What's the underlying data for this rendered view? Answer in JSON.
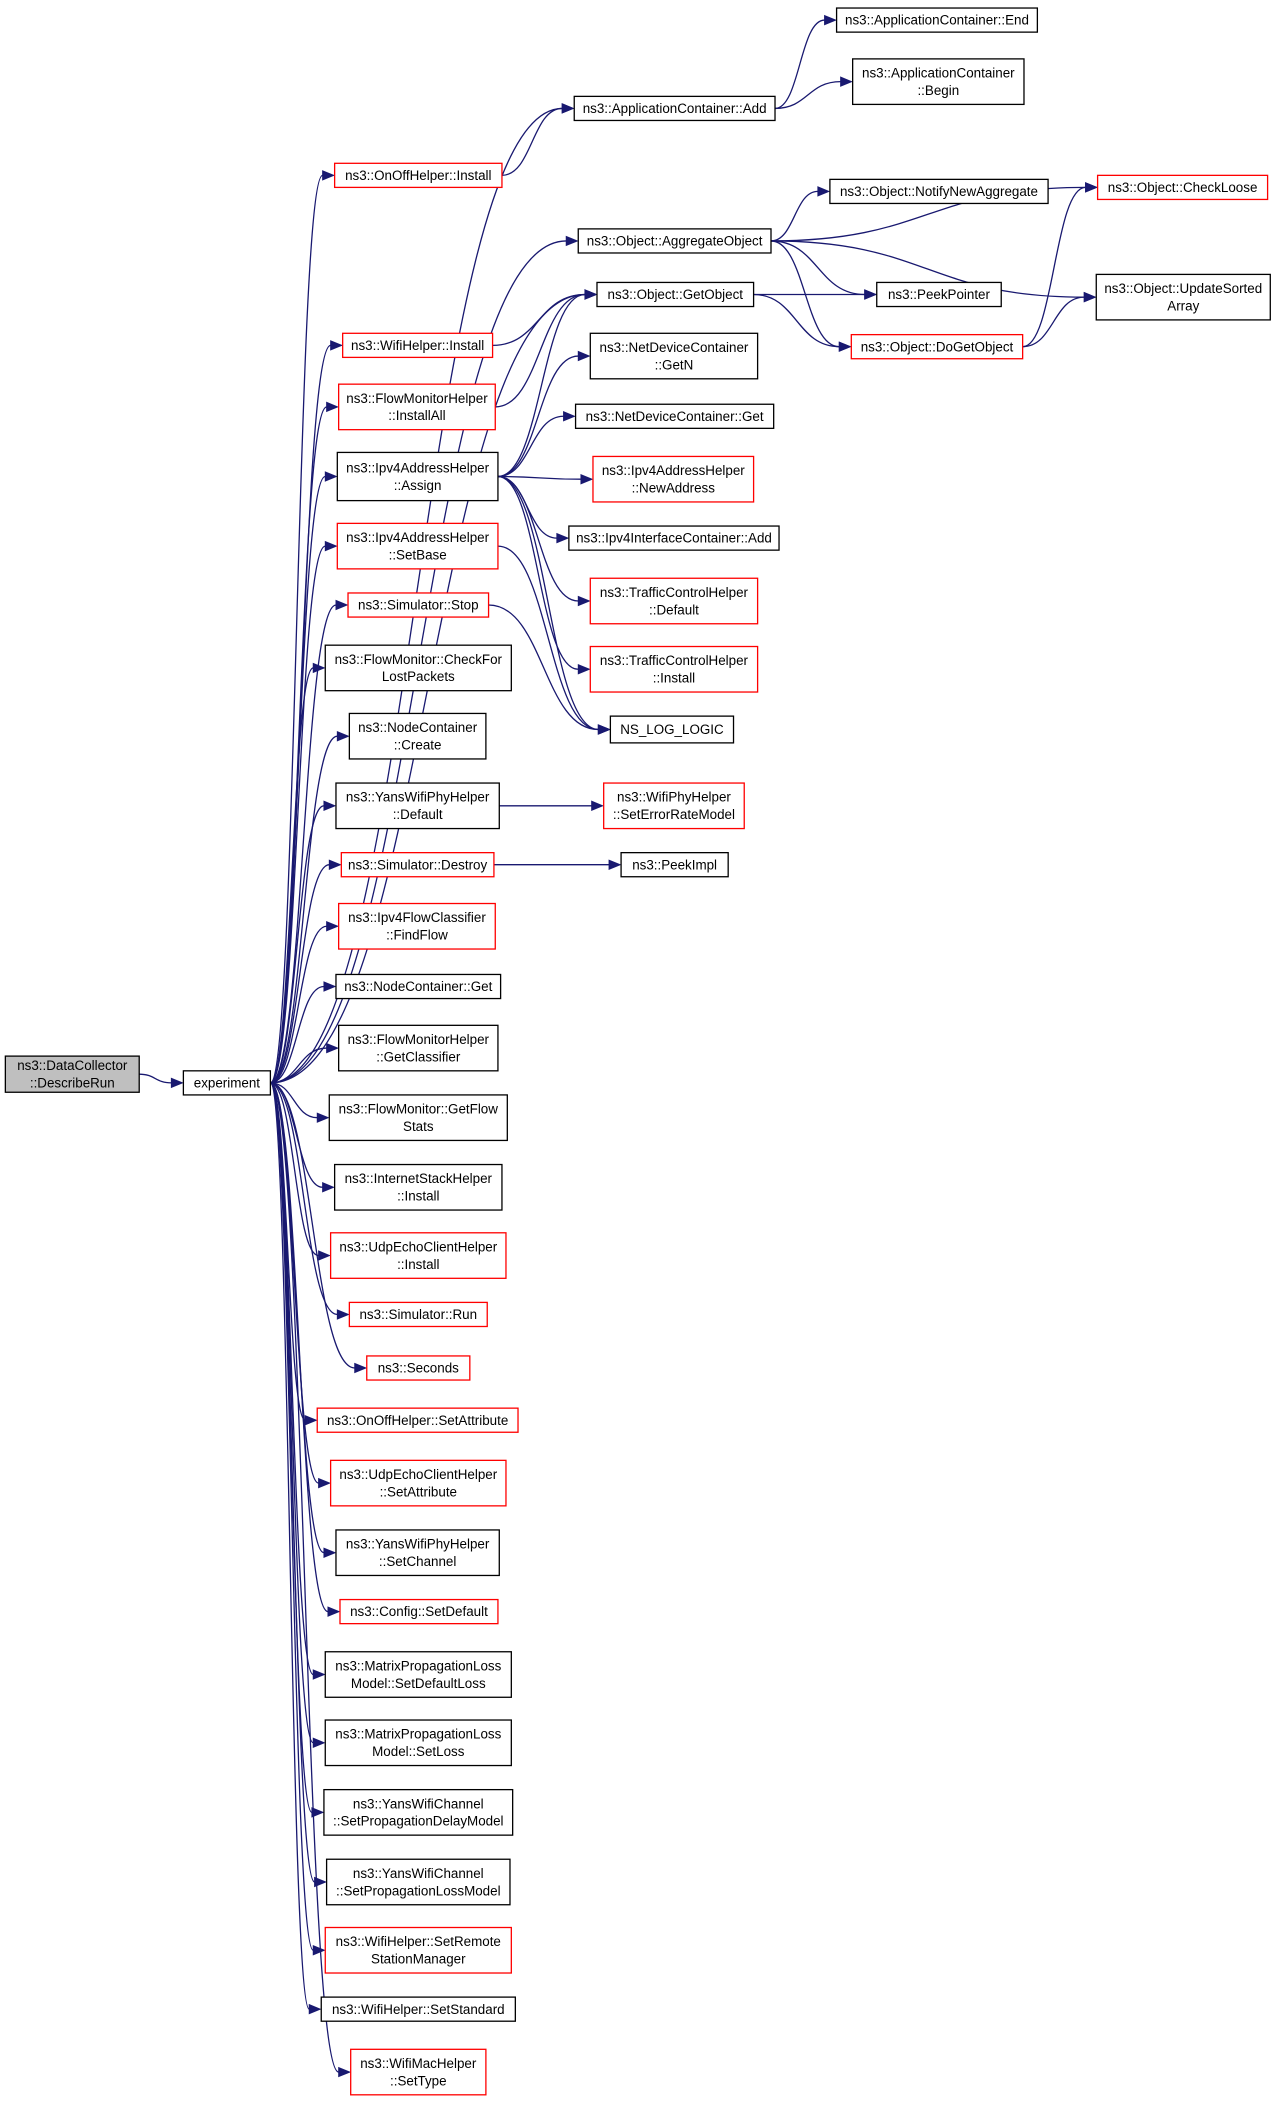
{
  "graph": {
    "nodes": {
      "describe_run": {
        "lines": [
          "ns3::DataCollector",
          "::DescribeRun"
        ],
        "style": "root"
      },
      "experiment": {
        "lines": [
          "experiment"
        ],
        "style": "black"
      },
      "app_end": {
        "lines": [
          "ns3::ApplicationContainer::End"
        ],
        "style": "black"
      },
      "app_begin": {
        "lines": [
          "ns3::ApplicationContainer",
          "::Begin"
        ],
        "style": "black"
      },
      "app_add": {
        "lines": [
          "ns3::ApplicationContainer::Add"
        ],
        "style": "black"
      },
      "onoff_install": {
        "lines": [
          "ns3::OnOffHelper::Install"
        ],
        "style": "red"
      },
      "check_loose": {
        "lines": [
          "ns3::Object::CheckLoose"
        ],
        "style": "red"
      },
      "notify_new_aggregate": {
        "lines": [
          "ns3::Object::NotifyNewAggregate"
        ],
        "style": "black"
      },
      "aggregate_object": {
        "lines": [
          "ns3::Object::AggregateObject"
        ],
        "style": "black"
      },
      "update_sorted_array": {
        "lines": [
          "ns3::Object::UpdateSorted",
          "Array"
        ],
        "style": "black"
      },
      "get_object": {
        "lines": [
          "ns3::Object::GetObject"
        ],
        "style": "black"
      },
      "peek_pointer": {
        "lines": [
          "ns3::PeekPointer"
        ],
        "style": "black"
      },
      "wifi_install": {
        "lines": [
          "ns3::WifiHelper::Install"
        ],
        "style": "red"
      },
      "do_get_object": {
        "lines": [
          "ns3::Object::DoGetObject"
        ],
        "style": "red"
      },
      "ndc_getn": {
        "lines": [
          "ns3::NetDeviceContainer",
          "::GetN"
        ],
        "style": "black"
      },
      "flowmon_install_all": {
        "lines": [
          "ns3::FlowMonitorHelper",
          "::InstallAll"
        ],
        "style": "red"
      },
      "ndc_get": {
        "lines": [
          "ns3::NetDeviceContainer::Get"
        ],
        "style": "black"
      },
      "ipv4_assign": {
        "lines": [
          "ns3::Ipv4AddressHelper",
          "::Assign"
        ],
        "style": "black"
      },
      "ipv4_new_address": {
        "lines": [
          "ns3::Ipv4AddressHelper",
          "::NewAddress"
        ],
        "style": "red"
      },
      "ipv4_set_base": {
        "lines": [
          "ns3::Ipv4AddressHelper",
          "::SetBase"
        ],
        "style": "red"
      },
      "ipv4_ic_add": {
        "lines": [
          "ns3::Ipv4InterfaceContainer::Add"
        ],
        "style": "black"
      },
      "tc_default": {
        "lines": [
          "ns3::TrafficControlHelper",
          "::Default"
        ],
        "style": "red"
      },
      "sim_stop": {
        "lines": [
          "ns3::Simulator::Stop"
        ],
        "style": "red"
      },
      "flowmon_check_lost": {
        "lines": [
          "ns3::FlowMonitor::CheckFor",
          "LostPackets"
        ],
        "style": "black"
      },
      "tc_install": {
        "lines": [
          "ns3::TrafficControlHelper",
          "::Install"
        ],
        "style": "red"
      },
      "node_create": {
        "lines": [
          "ns3::NodeContainer",
          "::Create"
        ],
        "style": "black"
      },
      "ns_log_logic": {
        "lines": [
          "NS_LOG_LOGIC"
        ],
        "style": "black"
      },
      "yans_phy_default": {
        "lines": [
          "ns3::YansWifiPhyHelper",
          "::Default"
        ],
        "style": "black"
      },
      "set_error_rate_model": {
        "lines": [
          "ns3::WifiPhyHelper",
          "::SetErrorRateModel"
        ],
        "style": "red"
      },
      "sim_destroy": {
        "lines": [
          "ns3::Simulator::Destroy"
        ],
        "style": "red"
      },
      "peek_impl": {
        "lines": [
          "ns3::PeekImpl"
        ],
        "style": "black"
      },
      "find_flow": {
        "lines": [
          "ns3::Ipv4FlowClassifier",
          "::FindFlow"
        ],
        "style": "red"
      },
      "node_get": {
        "lines": [
          "ns3::NodeContainer::Get"
        ],
        "style": "black"
      },
      "get_classifier": {
        "lines": [
          "ns3::FlowMonitorHelper",
          "::GetClassifier"
        ],
        "style": "black"
      },
      "get_flow_stats": {
        "lines": [
          "ns3::FlowMonitor::GetFlow",
          "Stats"
        ],
        "style": "black"
      },
      "internet_install": {
        "lines": [
          "ns3::InternetStackHelper",
          "::Install"
        ],
        "style": "black"
      },
      "udp_install": {
        "lines": [
          "ns3::UdpEchoClientHelper",
          "::Install"
        ],
        "style": "red"
      },
      "sim_run": {
        "lines": [
          "ns3::Simulator::Run"
        ],
        "style": "red"
      },
      "seconds": {
        "lines": [
          "ns3::Seconds"
        ],
        "style": "red"
      },
      "onoff_set_attr": {
        "lines": [
          "ns3::OnOffHelper::SetAttribute"
        ],
        "style": "red"
      },
      "udp_set_attr": {
        "lines": [
          "ns3::UdpEchoClientHelper",
          "::SetAttribute"
        ],
        "style": "red"
      },
      "yans_set_channel": {
        "lines": [
          "ns3::YansWifiPhyHelper",
          "::SetChannel"
        ],
        "style": "black"
      },
      "config_set_default": {
        "lines": [
          "ns3::Config::SetDefault"
        ],
        "style": "red"
      },
      "matrix_set_default_loss": {
        "lines": [
          "ns3::MatrixPropagationLoss",
          "Model::SetDefaultLoss"
        ],
        "style": "black"
      },
      "matrix_set_loss": {
        "lines": [
          "ns3::MatrixPropagationLoss",
          "Model::SetLoss"
        ],
        "style": "black"
      },
      "yans_set_delay": {
        "lines": [
          "ns3::YansWifiChannel",
          "::SetPropagationDelayModel"
        ],
        "style": "black"
      },
      "yans_set_loss_model": {
        "lines": [
          "ns3::YansWifiChannel",
          "::SetPropagationLossModel"
        ],
        "style": "black"
      },
      "wifi_set_remote": {
        "lines": [
          "ns3::WifiHelper::SetRemote",
          "StationManager"
        ],
        "style": "red"
      },
      "wifi_set_standard": {
        "lines": [
          "ns3::WifiHelper::SetStandard"
        ],
        "style": "black"
      },
      "wifimac_set_type": {
        "lines": [
          "ns3::WifiMacHelper",
          "::SetType"
        ],
        "style": "red"
      }
    },
    "edges": [
      [
        "describe_run",
        "experiment"
      ],
      [
        "experiment",
        "app_add"
      ],
      [
        "experiment",
        "onoff_install"
      ],
      [
        "experiment",
        "aggregate_object"
      ],
      [
        "experiment",
        "get_object"
      ],
      [
        "experiment",
        "wifi_install"
      ],
      [
        "experiment",
        "flowmon_install_all"
      ],
      [
        "experiment",
        "ipv4_assign"
      ],
      [
        "experiment",
        "ipv4_set_base"
      ],
      [
        "experiment",
        "sim_stop"
      ],
      [
        "experiment",
        "flowmon_check_lost"
      ],
      [
        "experiment",
        "node_create"
      ],
      [
        "experiment",
        "yans_phy_default"
      ],
      [
        "experiment",
        "sim_destroy"
      ],
      [
        "experiment",
        "find_flow"
      ],
      [
        "experiment",
        "node_get"
      ],
      [
        "experiment",
        "get_classifier"
      ],
      [
        "experiment",
        "get_flow_stats"
      ],
      [
        "experiment",
        "internet_install"
      ],
      [
        "experiment",
        "udp_install"
      ],
      [
        "experiment",
        "sim_run"
      ],
      [
        "experiment",
        "seconds"
      ],
      [
        "experiment",
        "onoff_set_attr"
      ],
      [
        "experiment",
        "udp_set_attr"
      ],
      [
        "experiment",
        "yans_set_channel"
      ],
      [
        "experiment",
        "config_set_default"
      ],
      [
        "experiment",
        "matrix_set_default_loss"
      ],
      [
        "experiment",
        "matrix_set_loss"
      ],
      [
        "experiment",
        "yans_set_delay"
      ],
      [
        "experiment",
        "yans_set_loss_model"
      ],
      [
        "experiment",
        "wifi_set_remote"
      ],
      [
        "experiment",
        "wifi_set_standard"
      ],
      [
        "experiment",
        "wifimac_set_type"
      ],
      [
        "app_add",
        "app_end"
      ],
      [
        "app_add",
        "app_begin"
      ],
      [
        "onoff_install",
        "app_add"
      ],
      [
        "aggregate_object",
        "check_loose"
      ],
      [
        "aggregate_object",
        "notify_new_aggregate"
      ],
      [
        "aggregate_object",
        "update_sorted_array"
      ],
      [
        "aggregate_object",
        "peek_pointer"
      ],
      [
        "aggregate_object",
        "do_get_object"
      ],
      [
        "get_object",
        "peek_pointer"
      ],
      [
        "get_object",
        "do_get_object"
      ],
      [
        "do_get_object",
        "check_loose"
      ],
      [
        "do_get_object",
        "update_sorted_array"
      ],
      [
        "wifi_install",
        "get_object"
      ],
      [
        "flowmon_install_all",
        "get_object"
      ],
      [
        "ipv4_assign",
        "get_object"
      ],
      [
        "ipv4_assign",
        "ndc_getn"
      ],
      [
        "ipv4_assign",
        "ndc_get"
      ],
      [
        "ipv4_assign",
        "ipv4_new_address"
      ],
      [
        "ipv4_assign",
        "ipv4_ic_add"
      ],
      [
        "ipv4_assign",
        "tc_default"
      ],
      [
        "ipv4_assign",
        "tc_install"
      ],
      [
        "ipv4_assign",
        "ns_log_logic"
      ],
      [
        "ipv4_set_base",
        "ns_log_logic"
      ],
      [
        "sim_stop",
        "ns_log_logic"
      ],
      [
        "yans_phy_default",
        "set_error_rate_model"
      ],
      [
        "sim_destroy",
        "peek_impl"
      ]
    ]
  }
}
